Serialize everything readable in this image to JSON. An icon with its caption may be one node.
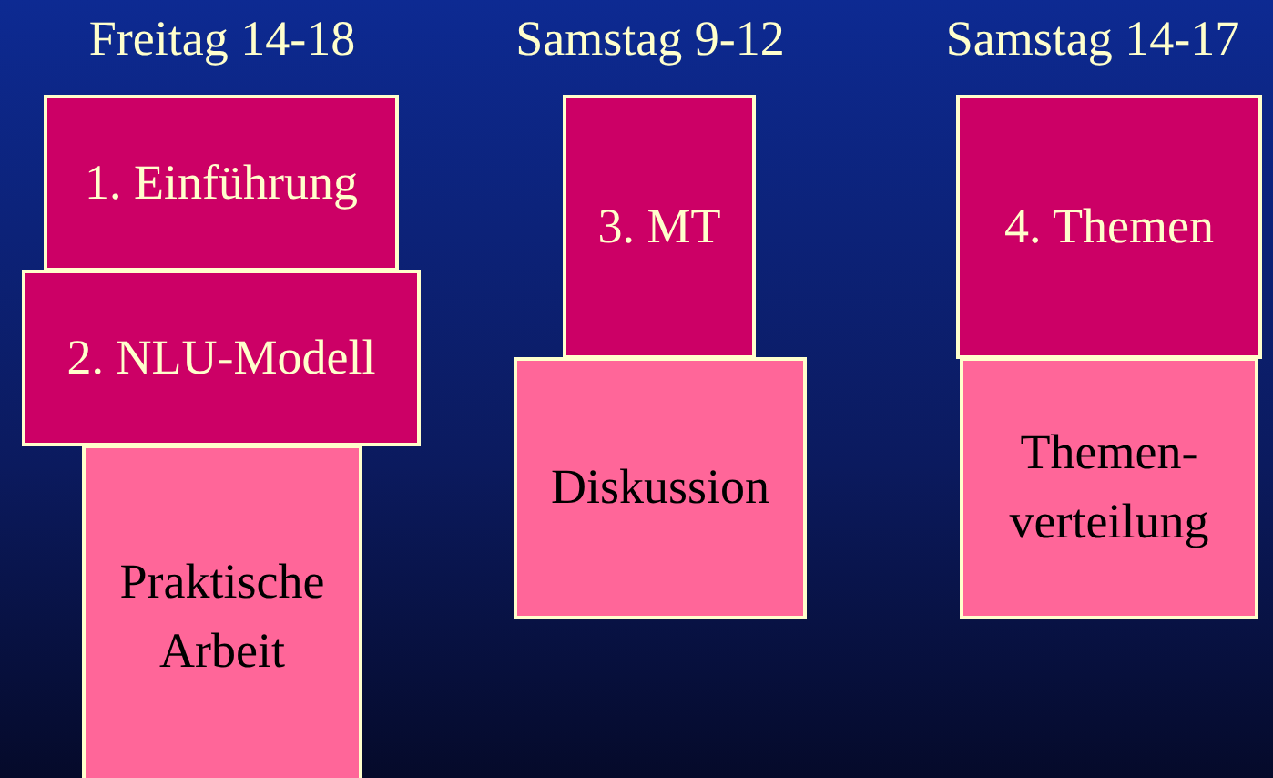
{
  "diagram": {
    "nodes": [
      {
        "text": [
          "1. Einführung"
        ]
      },
      {
        "text": [
          "2. NLU-Modell"
        ]
      },
      {
        "text": [
          "Praktische Arbeit"
        ]
      },
      {
        "text": [
          "3. MT"
        ]
      },
      {
        "text": [
          "Diskussion"
        ]
      },
      {
        "text": [
          "4. Themen"
        ]
      },
      {
        "text": [
          "Themen- verteilung"
        ]
      }
    ],
    "labels": [
      "Freitag 14-18",
      "Samstag 9-12",
      "Samstag 14-17"
    ]
  }
}
